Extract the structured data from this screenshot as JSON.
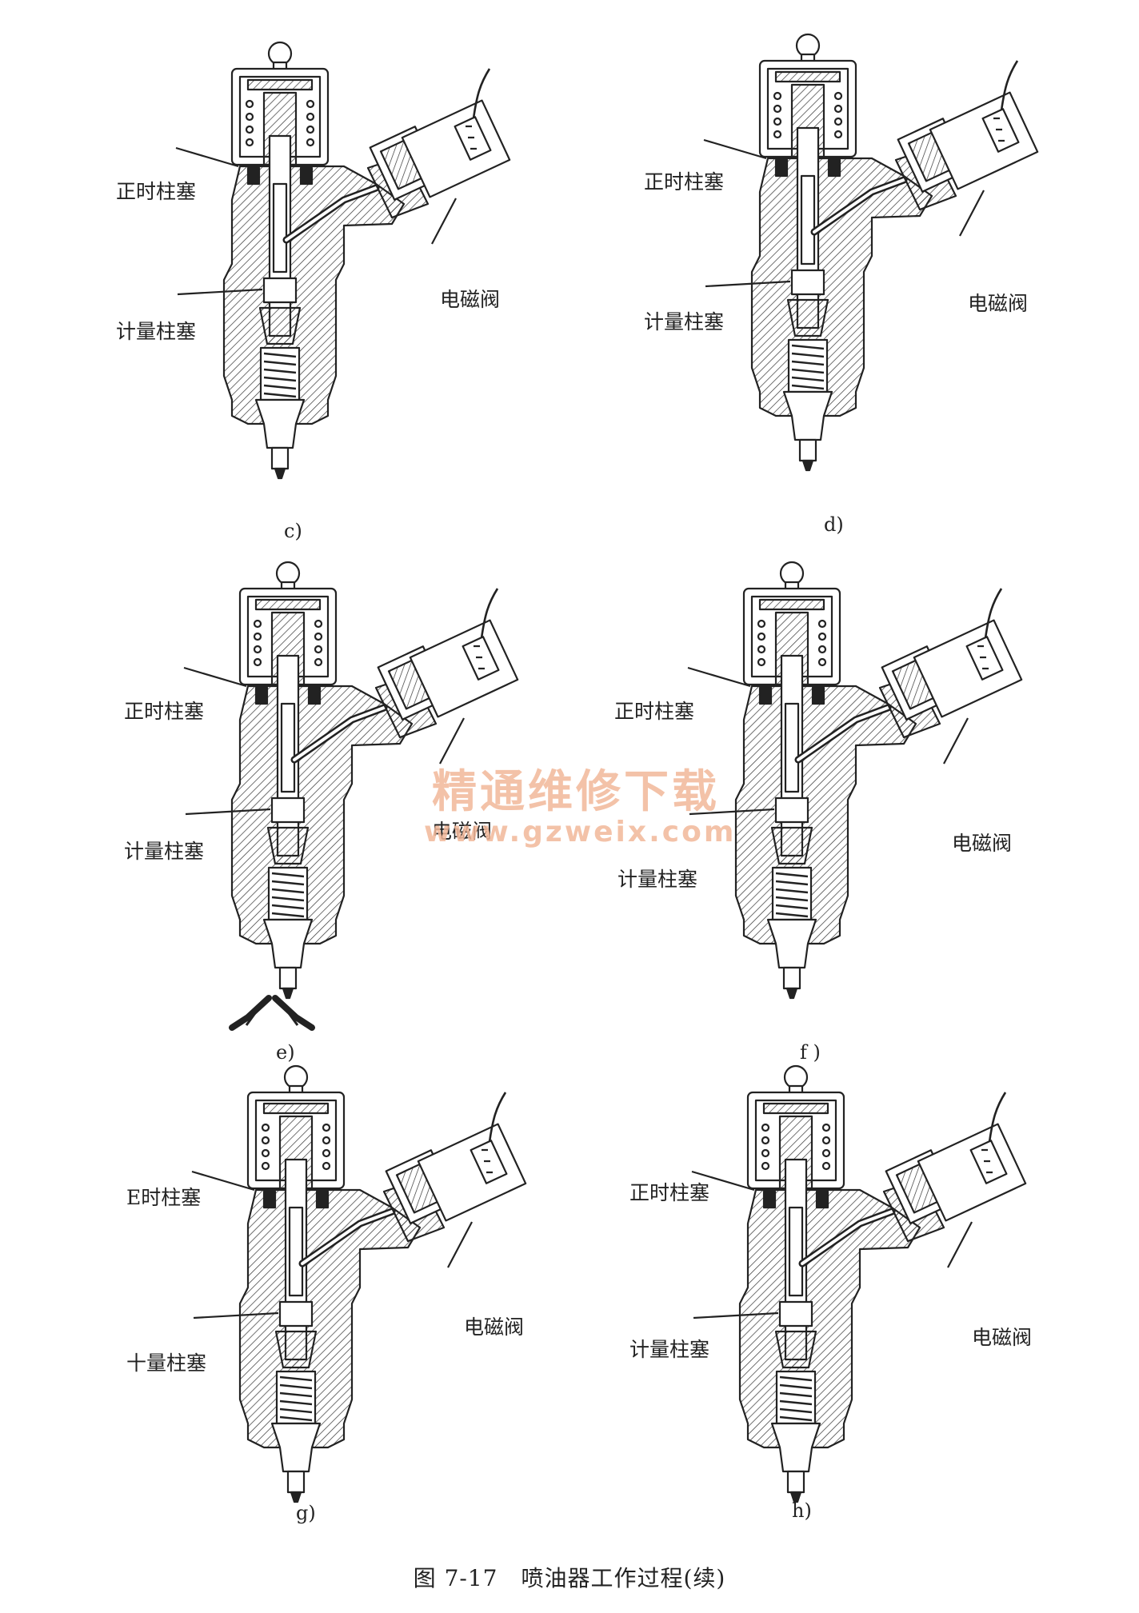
{
  "figure": {
    "caption": "图 7-17　喷油器工作过程(续)",
    "watermark": {
      "title": "精通维修下载",
      "url": "www.gzweix.com"
    },
    "colors": {
      "line": "#222222",
      "hatch": "#333333",
      "watermark": "#f2b89a"
    },
    "panels": [
      {
        "id": "c",
        "sublabel": "c)",
        "timing_label": "正时柱塞",
        "meter_label": "计量柱塞",
        "solenoid_label": "电磁阀"
      },
      {
        "id": "d",
        "sublabel": "d)",
        "timing_label": "正时柱塞",
        "meter_label": "计量柱塞",
        "solenoid_label": "电磁阀"
      },
      {
        "id": "e",
        "sublabel": "e)",
        "timing_label": "正时柱塞",
        "meter_label": "计量柱塞",
        "solenoid_label": "电磁阀"
      },
      {
        "id": "f",
        "sublabel": "f )",
        "timing_label": "正时柱塞",
        "meter_label": "计量柱塞",
        "solenoid_label": "电磁阀"
      },
      {
        "id": "g",
        "sublabel": "g)",
        "timing_label": "E时柱塞",
        "meter_label": "十量柱塞",
        "solenoid_label": "电磁阀"
      },
      {
        "id": "h",
        "sublabel": "h)",
        "timing_label": "正时柱塞",
        "meter_label": "计量柱塞",
        "solenoid_label": "电磁阀"
      }
    ]
  }
}
